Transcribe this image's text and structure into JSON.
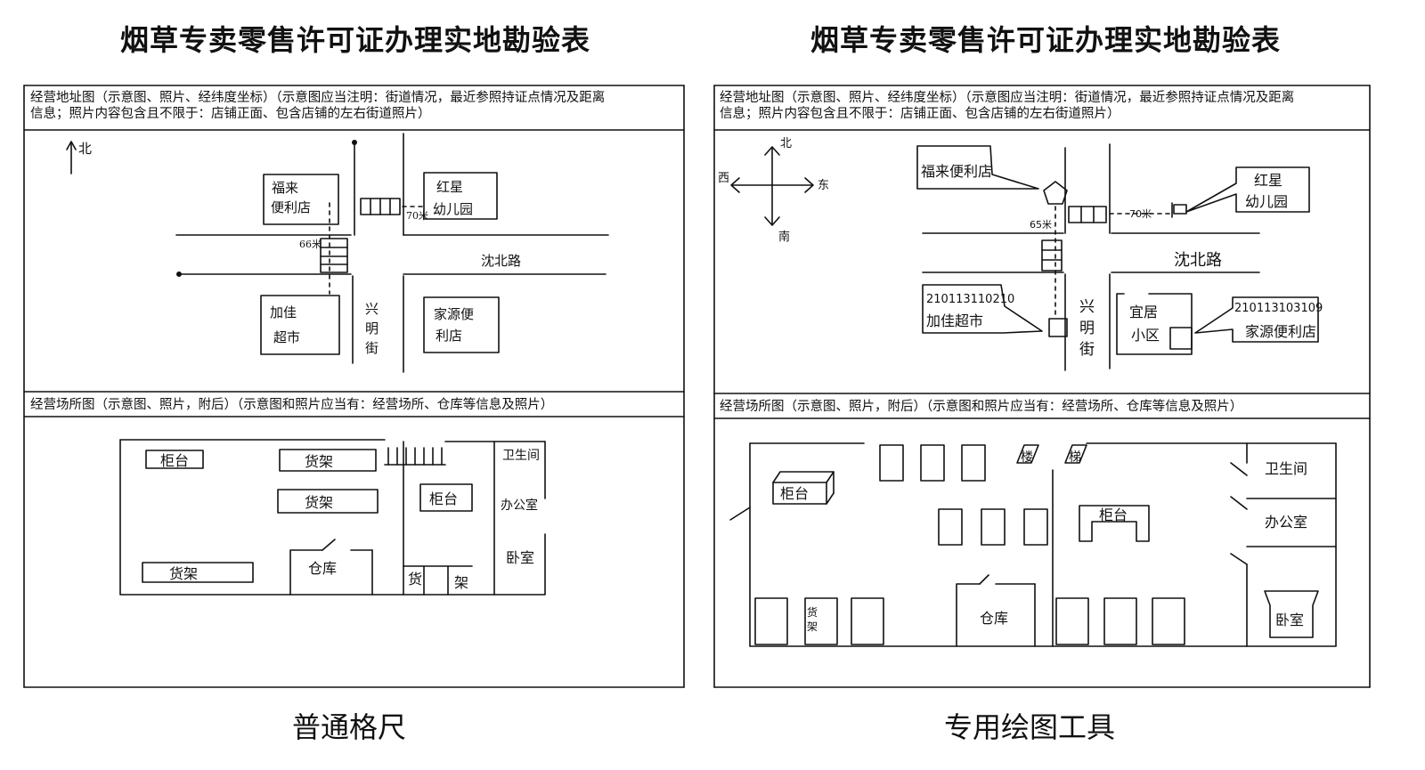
{
  "panels": [
    {
      "title": "烟草专卖零售许可证办理实地勘验表",
      "caption": "普通格尺",
      "address_header_1": "经营地址图（示意图、照片、经纬度坐标）（示意图应当注明：街道情况，最近参照持证点情况及距离",
      "address_header_2": "信息；照片内容包含且不限于：店铺正面、包含店铺的左右街道照片）",
      "premises_header": "经营场所图（示意图、照片，附后）（示意图和照片应当有：经营场所、仓库等信息及照片）",
      "map": {
        "north": "北",
        "store_nw_1": "福来",
        "store_nw_2": "便利店",
        "store_ne_1": "红星",
        "store_ne_2": "幼儿园",
        "store_sw_1": "加佳",
        "store_sw_2": "超市",
        "store_se_1": "家源便",
        "store_se_2": "利店",
        "dist_66": "66米",
        "dist_70": "70米",
        "road_h": "沈北路",
        "road_v": [
          "兴",
          "明",
          "街"
        ]
      },
      "floor": {
        "counter": "柜台",
        "shelf": "货架",
        "counter2": "柜台",
        "warehouse": "仓库",
        "toilet": "卫生间",
        "office": "办公室",
        "bedroom": "卧室",
        "shelf_low_1": "货",
        "shelf_low_2": "架"
      }
    },
    {
      "title": "烟草专卖零售许可证办理实地勘验表",
      "caption": "专用绘图工具",
      "address_header_1": "经营地址图（示意图、照片、经纬度坐标）（示意图应当注明：街道情况，最近参照持证点情况及距离",
      "address_header_2": "信息；照片内容包含且不限于：店铺正面、包含店铺的左右街道照片）",
      "premises_header": "经营场所图（示意图、照片，附后）（示意图和照片应当有：经营场所、仓库等信息及照片）",
      "map": {
        "north": "北",
        "south": "南",
        "east": "东",
        "west": "西",
        "store_nw": "福来便利店",
        "store_ne_1": "红星",
        "store_ne_2": "幼儿园",
        "license_sw": "210113110210",
        "store_sw": "加佳超市",
        "license_se": "210113103109",
        "store_se": "家源便利店",
        "community_1": "宜居",
        "community_2": "小区",
        "dist_65": "65米",
        "dist_70": "70米",
        "road_h": "沈北路",
        "road_v": [
          "兴",
          "明",
          "街"
        ]
      },
      "floor": {
        "counter": "柜台",
        "counter2": "柜台",
        "stairs_1": "楼",
        "stairs_2": "梯",
        "warehouse": "仓库",
        "toilet": "卫生间",
        "office": "办公室",
        "bedroom": "卧室",
        "shelf_1": "货",
        "shelf_2": "架"
      }
    }
  ]
}
